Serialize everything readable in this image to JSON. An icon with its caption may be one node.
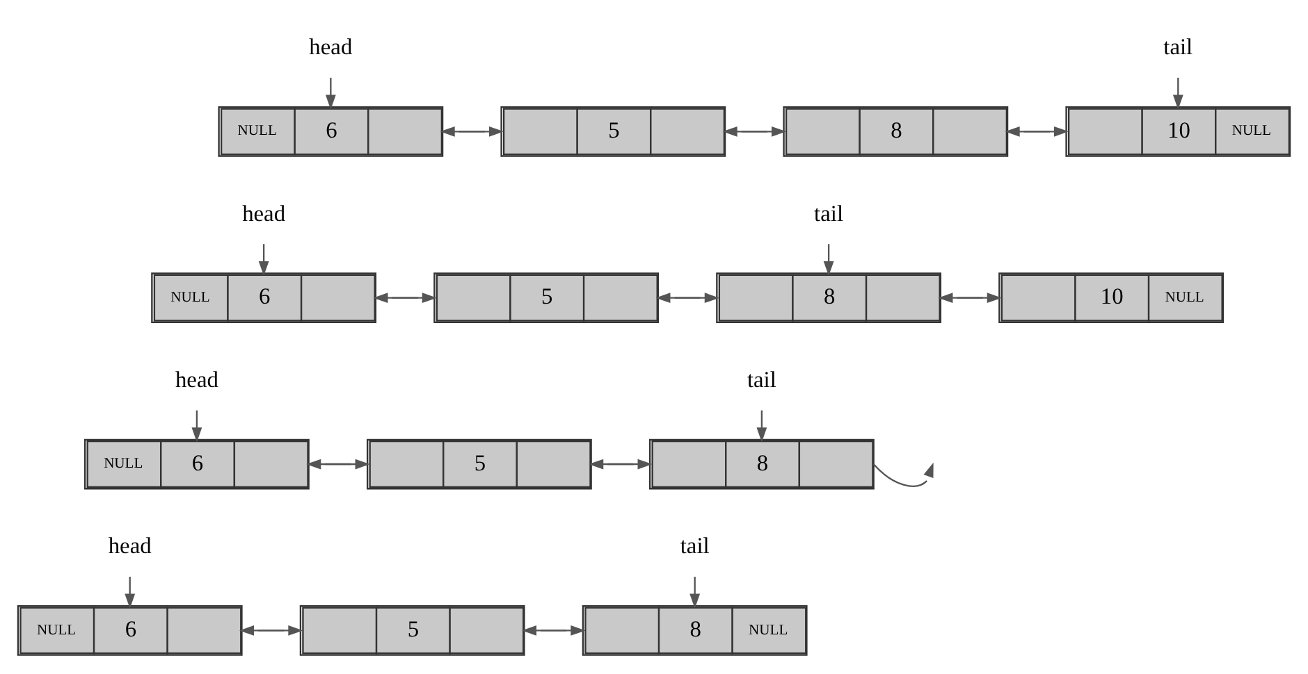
{
  "diagram": {
    "nodes": [
      {
        "text": [
          "head"
        ]
      },
      {
        "text": [
          "NULL",
          "6"
        ]
      },
      {
        "text": [
          "5"
        ]
      },
      {
        "text": [
          "8"
        ]
      },
      {
        "text": [
          "tail"
        ]
      },
      {
        "text": [
          "10",
          "NULL"
        ]
      },
      {
        "text": [
          "head"
        ]
      },
      {
        "text": [
          "NULL",
          "6"
        ]
      },
      {
        "text": [
          "5"
        ]
      },
      {
        "text": [
          "tail"
        ]
      },
      {
        "text": [
          "8"
        ]
      },
      {
        "text": [
          "10",
          "NULL"
        ]
      },
      {
        "text": [
          "head"
        ]
      },
      {
        "text": [
          "NULL",
          "6"
        ]
      },
      {
        "text": [
          "5"
        ]
      },
      {
        "text": [
          "tail"
        ]
      },
      {
        "text": [
          "8"
        ]
      },
      {
        "text": [
          "head"
        ]
      },
      {
        "text": [
          "NULL",
          "6"
        ]
      },
      {
        "text": [
          "5"
        ]
      },
      {
        "text": [
          "tail"
        ]
      },
      {
        "text": [
          "8",
          "NULL"
        ]
      }
    ],
    "edges": [
      {
        "from": 0,
        "to": 1,
        "arrow": "to"
      },
      {
        "from": 1,
        "to": 2,
        "arrow": "to"
      },
      {
        "from": 2,
        "to": 1,
        "arrow": "to"
      },
      {
        "from": 2,
        "to": 3,
        "arrow": "to"
      },
      {
        "from": 3,
        "to": 2,
        "arrow": "to"
      },
      {
        "from": 3,
        "to": 5,
        "arrow": "to"
      },
      {
        "from": 5,
        "to": 3,
        "arrow": "to"
      },
      {
        "from": 4,
        "to": 5,
        "arrow": "to"
      },
      {
        "from": 6,
        "to": 7,
        "arrow": "to"
      },
      {
        "from": 7,
        "to": 8,
        "arrow": "to"
      },
      {
        "from": 8,
        "to": 7,
        "arrow": "to"
      },
      {
        "from": 8,
        "to": 10,
        "arrow": "to"
      },
      {
        "from": 10,
        "to": 8,
        "arrow": "to"
      },
      {
        "from": 9,
        "to": 10,
        "arrow": "to"
      },
      {
        "from": 10,
        "to": 11,
        "arrow": "to"
      },
      {
        "from": 11,
        "to": 10,
        "arrow": "to"
      },
      {
        "from": 12,
        "to": 13,
        "arrow": "to"
      },
      {
        "from": 13,
        "to": 14,
        "arrow": "to"
      },
      {
        "from": 14,
        "to": 13,
        "arrow": "to"
      },
      {
        "from": 14,
        "to": 16,
        "arrow": "to"
      },
      {
        "from": 16,
        "to": 14,
        "arrow": "to"
      },
      {
        "from": 15,
        "to": 16,
        "arrow": "to"
      },
      {
        "from": 16,
        "to": null,
        "arrow": "to"
      },
      {
        "from": 17,
        "to": 18,
        "arrow": "to"
      },
      {
        "from": 18,
        "to": 19,
        "arrow": "to"
      },
      {
        "from": 19,
        "to": 18,
        "arrow": "to"
      },
      {
        "from": 19,
        "to": 21,
        "arrow": "to"
      },
      {
        "from": 21,
        "to": 19,
        "arrow": "to"
      },
      {
        "from": 20,
        "to": 21,
        "arrow": "to"
      }
    ]
  }
}
